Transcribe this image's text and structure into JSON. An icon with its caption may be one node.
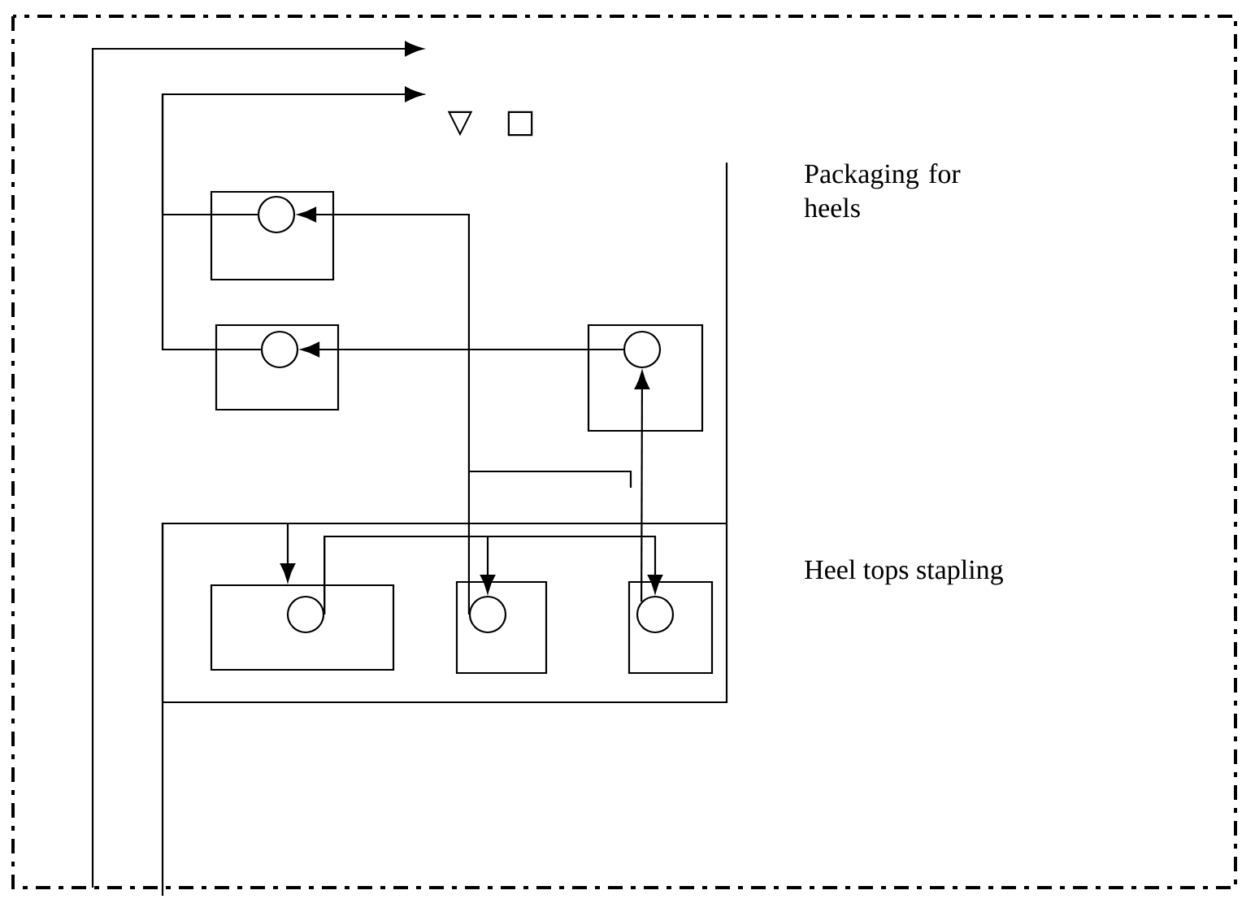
{
  "diagram": {
    "nodes": [
      {
        "text": [],
        "shape": "box"
      },
      {
        "text": [],
        "shape": "box"
      },
      {
        "text": [],
        "shape": "circle",
        "in": 1
      },
      {
        "text": [],
        "shape": "box"
      },
      {
        "text": [],
        "shape": "circle",
        "in": 3
      },
      {
        "text": [],
        "shape": "box"
      },
      {
        "text": [],
        "shape": "circle",
        "in": 5
      },
      {
        "text": [],
        "shape": "box",
        "in": 0
      },
      {
        "text": [],
        "shape": "circle",
        "in": 7
      },
      {
        "text": [],
        "shape": "box",
        "in": 0
      },
      {
        "text": [],
        "shape": "circle",
        "in": 9
      },
      {
        "text": [],
        "shape": "box",
        "in": 0
      },
      {
        "text": [],
        "shape": "circle",
        "in": 11
      }
    ],
    "edges": [
      {
        "from": 10,
        "to": 2,
        "arrow": "to"
      },
      {
        "from": 6,
        "to": 4,
        "arrow": "to"
      },
      {
        "from": 12,
        "to": 6,
        "arrow": "to"
      },
      {
        "from": 2,
        "to": null,
        "arrow": "to"
      },
      {
        "from": 4,
        "to": null,
        "arrow": "to"
      },
      {
        "from": null,
        "to": 7,
        "arrow": "to"
      },
      {
        "from": 8,
        "to": 10,
        "arrow": "to"
      },
      {
        "from": 8,
        "to": 12,
        "arrow": "to"
      }
    ],
    "labels": [
      "▽",
      "□",
      "Packaging for heels",
      "Heel tops stapling"
    ]
  }
}
